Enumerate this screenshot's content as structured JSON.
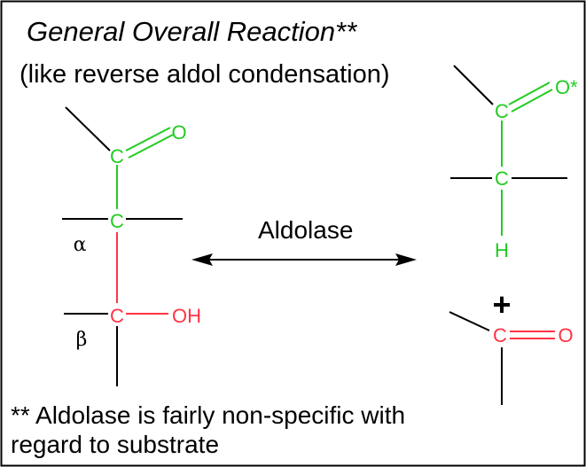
{
  "header": {
    "title": "General Overall Reaction**",
    "subtitle": "(like reverse aldol condensation)"
  },
  "reaction": {
    "enzyme": "Aldolase",
    "reactant": {
      "carbonyl_carbon": "C",
      "carbonyl_oxygen": "O",
      "alpha_carbon": "C",
      "alpha_label": "α",
      "beta_carbon": "C",
      "beta_label": "β",
      "hydroxyl": "OH"
    },
    "product_enol": {
      "carbonyl_carbon": "C",
      "carbonyl_oxygen": "O*",
      "alpha_carbon": "C",
      "hydrogen": "H"
    },
    "plus_sign": "+",
    "product_carbonyl": {
      "carbon": "C",
      "oxygen": "O"
    }
  },
  "footnote": {
    "line1": "** Aldolase is fairly non-specific with",
    "line2": "regard to substrate"
  },
  "colors": {
    "green": "#22cc22",
    "red": "#ff3344",
    "black": "#000000"
  }
}
